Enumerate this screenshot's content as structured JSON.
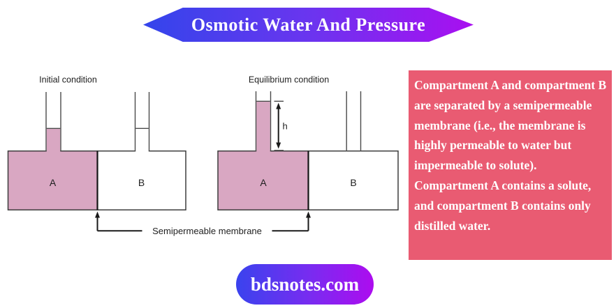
{
  "banner": {
    "title": "Osmotic Water And Pressure",
    "gradient_start": "#3345EB",
    "gradient_end": "#A90FF0"
  },
  "diagram": {
    "initial": {
      "title": "Initial condition",
      "compartment_a_label": "A",
      "compartment_b_label": "B"
    },
    "equilibrium": {
      "title": "Equilibrium condition",
      "compartment_a_label": "A",
      "compartment_b_label": "B",
      "height_label": "h"
    },
    "membrane_label": "Semipermeable membrane",
    "solution_fill_color": "#D9A7C2",
    "line_color": "#3D3D3D"
  },
  "note": {
    "text": "Compartment A and compartment B are separated by a semipermeable membrane (i.e., the membrane is highly permeable to water but impermeable to solute). Compartment A contains a solute, and compartment B contains only distilled water.",
    "background_color": "#E95B72"
  },
  "footer": {
    "site": "bdsnotes.com"
  }
}
